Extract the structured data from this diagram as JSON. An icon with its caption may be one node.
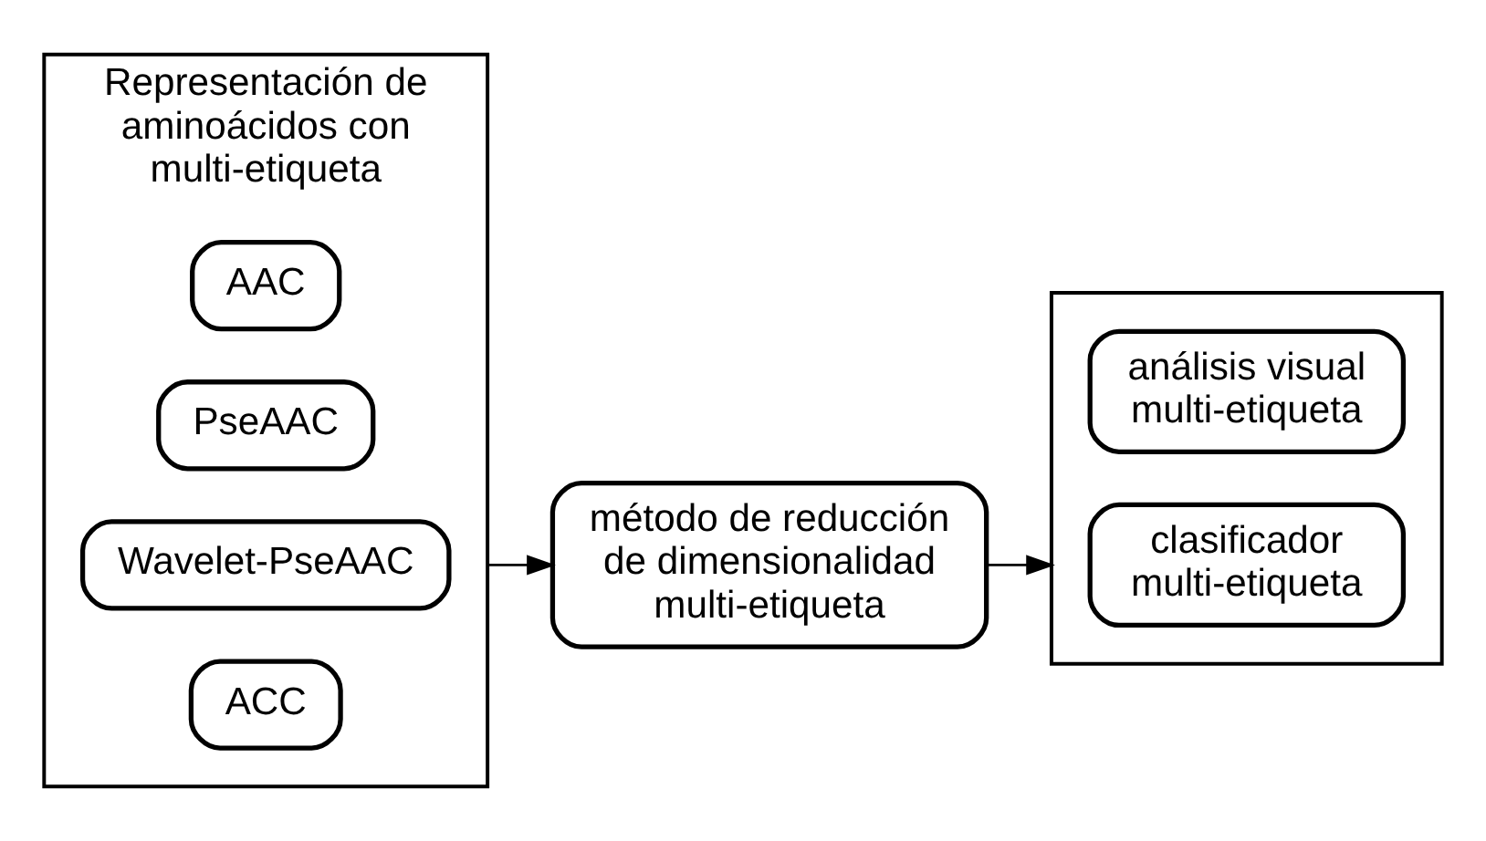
{
  "diagram": {
    "nodes": [
      {
        "text": [
          "Representación de aminoácidos con multi-etiqueta"
        ]
      },
      {
        "text": [
          "AAC"
        ],
        "in": 0
      },
      {
        "text": [
          "PseAAC"
        ],
        "in": 0
      },
      {
        "text": [
          "Wavelet-PseAAC"
        ],
        "in": 0
      },
      {
        "text": [
          "ACC"
        ],
        "in": 0
      },
      {
        "text": [
          "método de reducción de dimensionalidad multi-etiqueta"
        ]
      },
      {
        "text": [],
        "shape": "box"
      },
      {
        "text": [
          "análisis visual multi-etiqueta"
        ],
        "in": 6
      },
      {
        "text": [
          "clasificador multi-etiqueta"
        ],
        "in": 6
      }
    ],
    "edges": [
      {
        "from": 0,
        "to": 5,
        "arrow": "to"
      },
      {
        "from": 5,
        "to": 6,
        "arrow": "to"
      }
    ]
  }
}
